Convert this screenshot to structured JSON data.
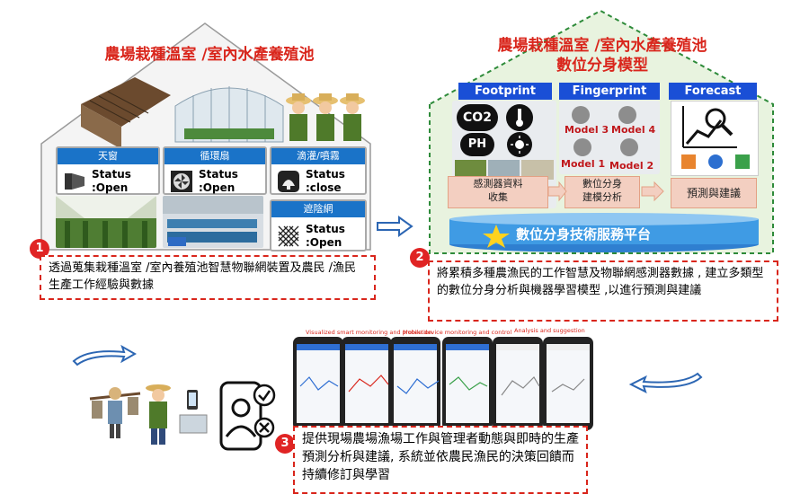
{
  "left_panel": {
    "title": "農場栽種溫室 /室內水產養殖池",
    "cards": [
      {
        "name": "天窗",
        "status": "Status\n:Open",
        "icon": "skylight-icon"
      },
      {
        "name": "循環扇",
        "status": "Status\n:Open",
        "icon": "fan-icon"
      },
      {
        "name": "滴灌/噴霧",
        "status": "Status\n:close",
        "icon": "sprinkler-icon"
      },
      {
        "name": "遮陰網",
        "status": "Status\n:Open",
        "icon": "shade-net-icon"
      }
    ]
  },
  "right_panel": {
    "title_line1": "農場栽種溫室 /室內水產養殖池",
    "title_line2": "數位分身模型",
    "tabs": [
      "Footprint",
      "Fingerprint",
      "Forecast"
    ],
    "sensors": [
      "CO2",
      "PH"
    ],
    "models": [
      "Model 3",
      "Model 4",
      "Model 1",
      "Model 2"
    ],
    "process_boxes": [
      "感測器資料\n收集",
      "數位分身\n建模分析",
      "預測與建議"
    ],
    "platform": "數位分身技術服務平台"
  },
  "steps": [
    {
      "num": "1",
      "text": "透過蒐集栽種溫室 /室內養殖池智慧物聯網裝置及農民 /漁民生產工作經驗與數據"
    },
    {
      "num": "2",
      "text": "將累積多種農漁民的工作智慧及物聯網感測器數據 , 建立多類型的數位分身分析與機器學習模型 ,以進行預測與建議"
    },
    {
      "num": "3",
      "text": "提供現場農場漁場工作與管理者動態與即時的生產預測分析與建議, 系統並依農民漁民的決策回饋而持續修訂與學習"
    }
  ],
  "phones": {
    "captions": [
      "Visualized smart monitoring and protection",
      "Mobile device monitoring and control",
      "Analysis and suggestion"
    ]
  },
  "colors": {
    "accent_red": "#d9261c",
    "tab_blue": "#1a4fd6",
    "card_blue": "#1a73c8",
    "green_dash": "#2e8b3a"
  }
}
